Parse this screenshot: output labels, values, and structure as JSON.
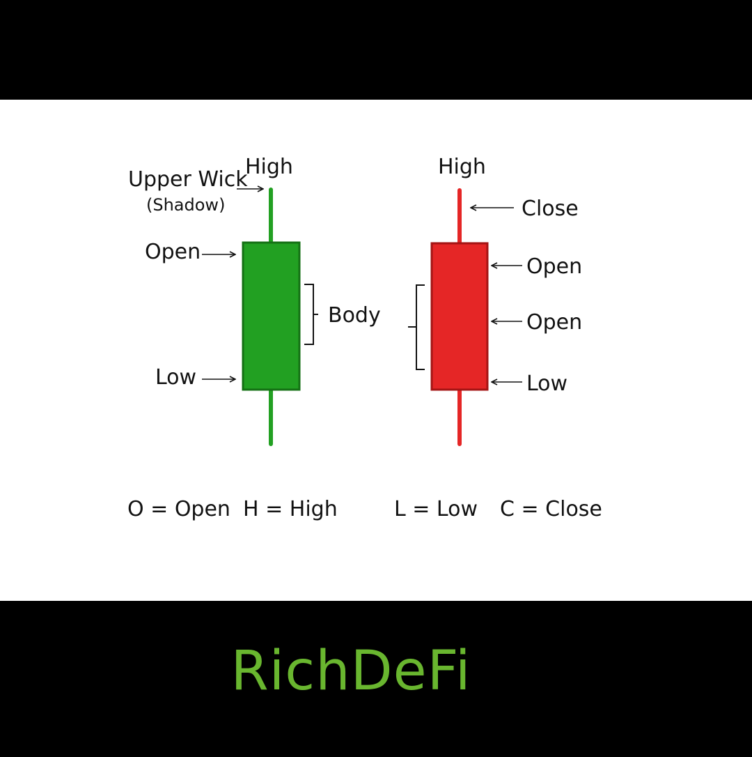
{
  "colors": {
    "bull": "#22a022",
    "bull_dark": "#147014",
    "bear": "#e52626",
    "bear_dark": "#a41414",
    "brand": "#69b62f"
  },
  "green_candle": {
    "high": "High",
    "upper_wick": "Upper Wick",
    "shadow": "(Shadow)",
    "open": "Open",
    "body": "Body",
    "low": "Low"
  },
  "red_candle": {
    "high": "High",
    "close": "Close",
    "open_1": "Open",
    "open_2": "Open",
    "low": "Low"
  },
  "legend": {
    "o": "O = Open",
    "h": "H = High",
    "l": "L = Low",
    "c": "C = Close"
  },
  "brand": "RichDeFi"
}
